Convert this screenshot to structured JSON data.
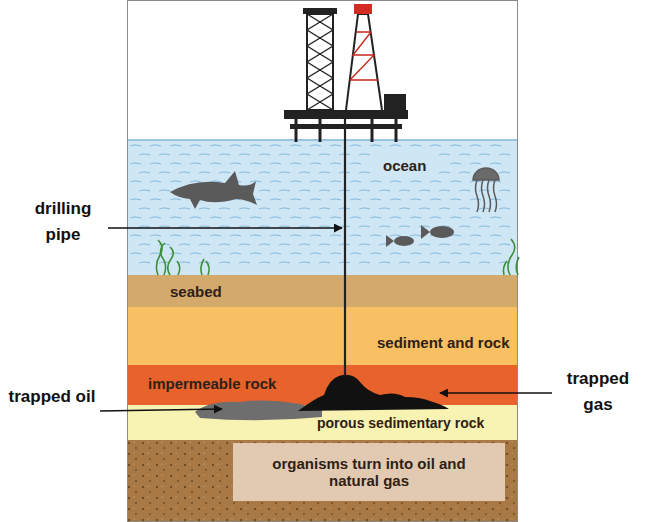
{
  "diagram": {
    "nodes": [
      {
        "text": [
          "ocean"
        ]
      },
      {
        "text": [
          "seabed"
        ]
      },
      {
        "text": [
          "sediment and rock"
        ]
      },
      {
        "text": [
          "impermeable rock"
        ]
      },
      {
        "text": [
          "porous sedimentary rock"
        ]
      },
      {
        "text": [
          "organisms turn into oil and natural gas"
        ]
      }
    ],
    "labels": [
      "drilling pipe",
      "trapped oil",
      "trapped gas"
    ]
  }
}
